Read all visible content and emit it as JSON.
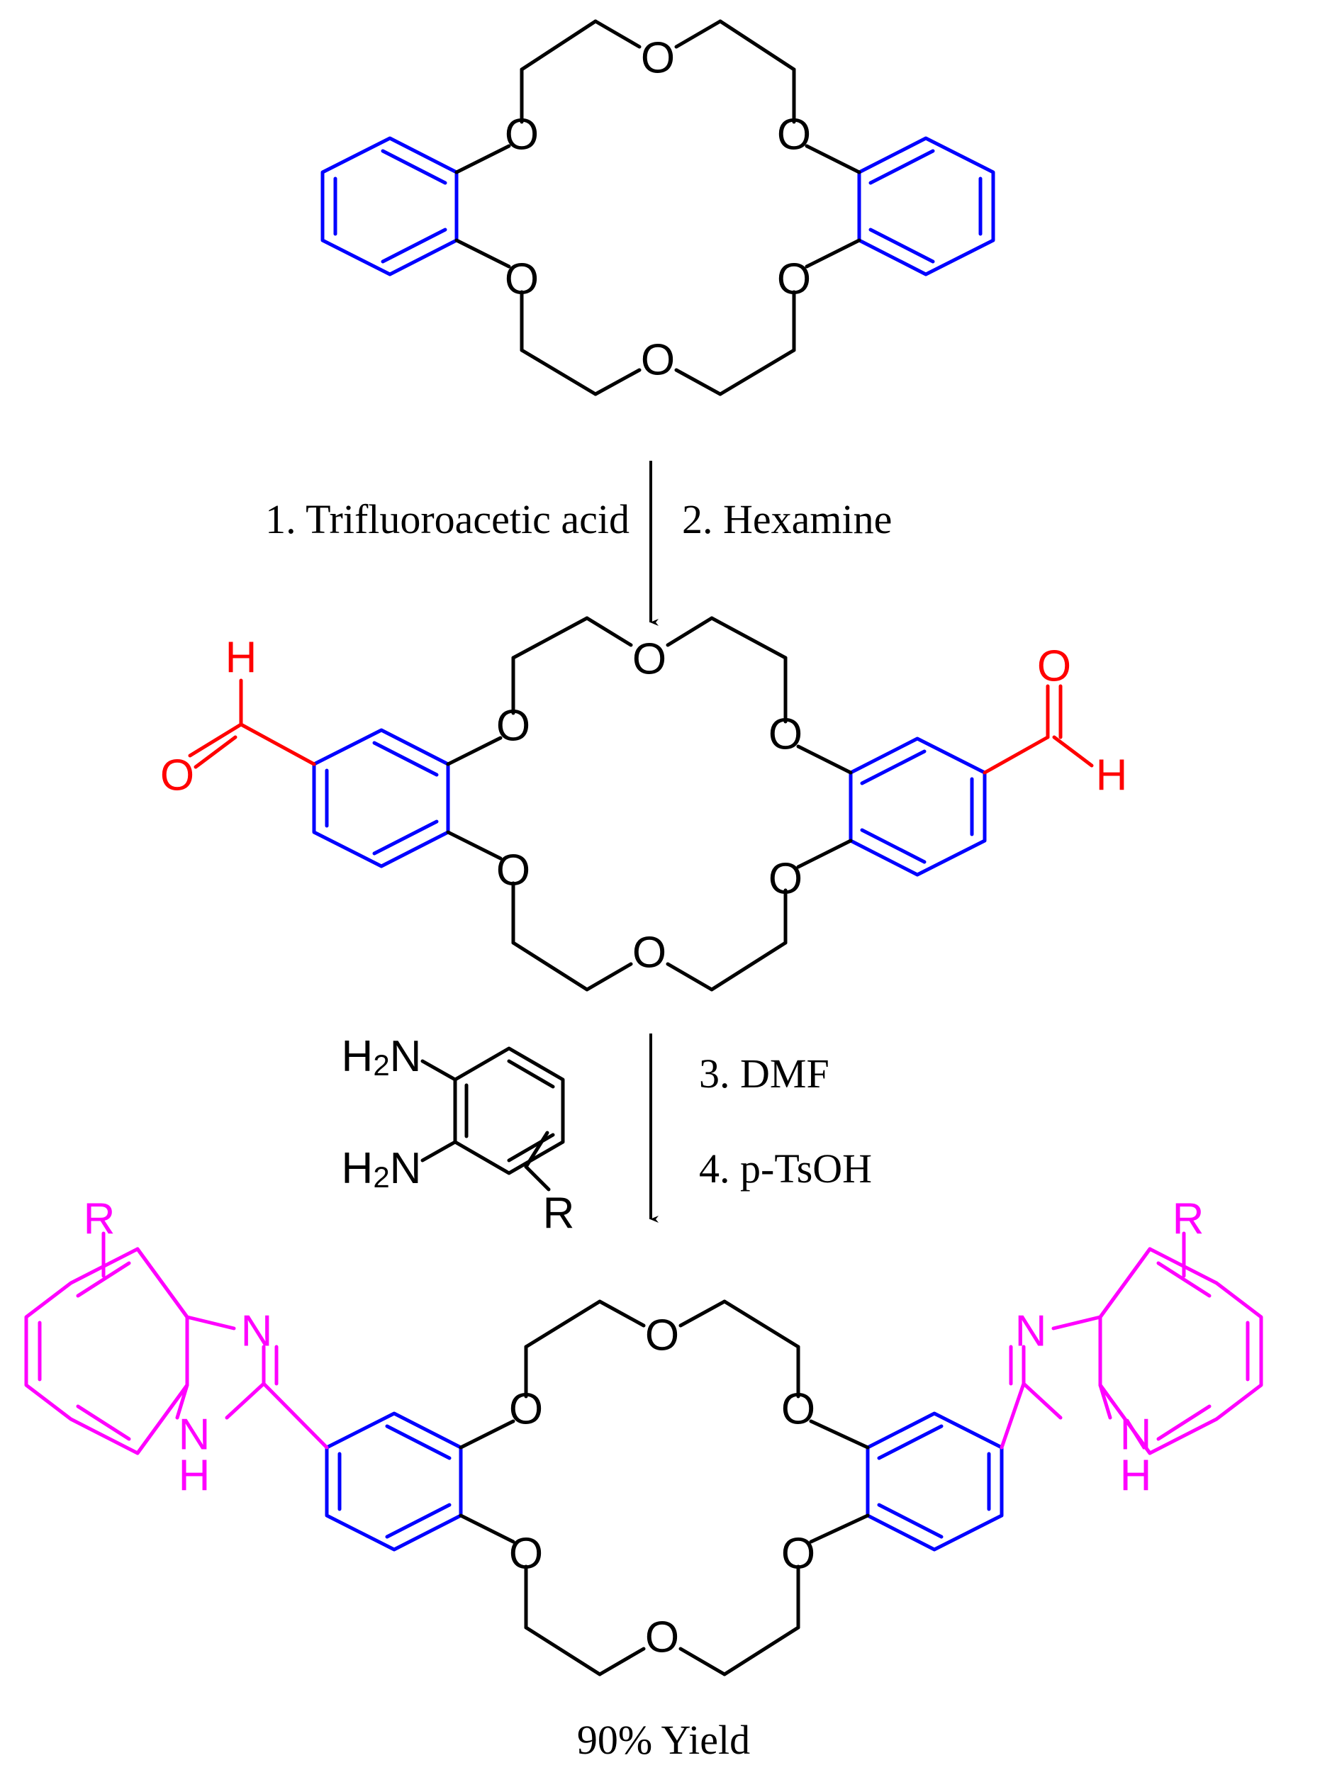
{
  "colors": {
    "ring": "#0000ff",
    "aldehyde": "#ff0000",
    "benzimidazole": "#ff00ff",
    "backbone": "#000000"
  },
  "atoms": {
    "oxygen": "O",
    "hydrogen": "H",
    "nitrogen": "N",
    "substituent": "R",
    "amine_prefix": "H",
    "amine_subscript": "2",
    "amine_suffix": "N",
    "imine_h": "H"
  },
  "conditions": {
    "step1": "1. Trifluoroacetic acid",
    "step2": "2. Hexamine",
    "step3": "3. DMF",
    "step4": "4. p-TsOH"
  },
  "yield": "90% Yield"
}
